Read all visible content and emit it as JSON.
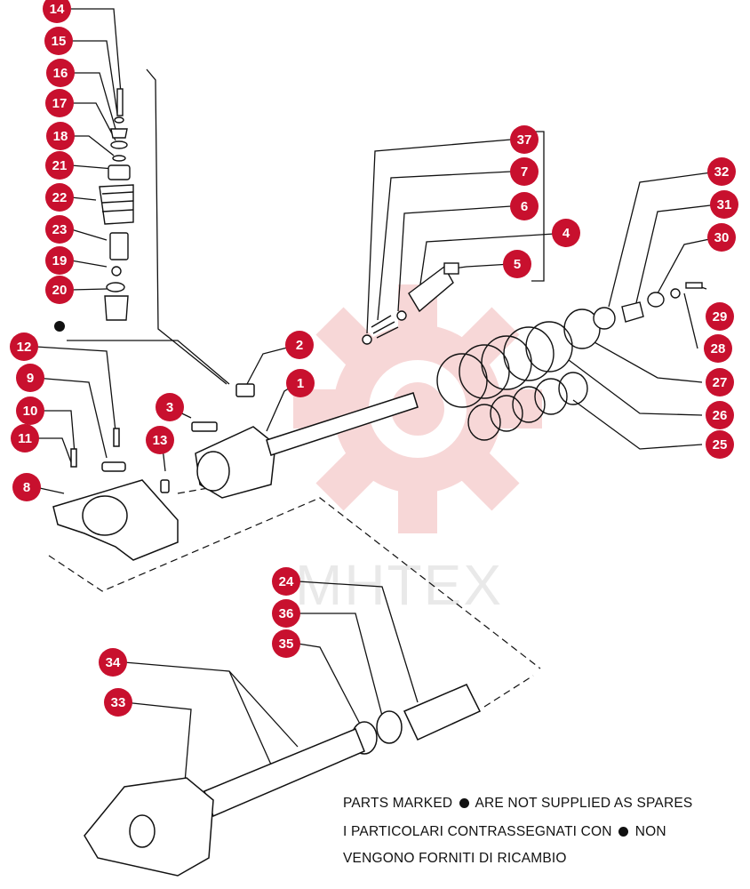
{
  "colors": {
    "callout": "#c8102e",
    "callout_text": "#ffffff",
    "line": "#111111",
    "watermark": "#f2b8b8"
  },
  "watermark": {
    "text": "MHTEX"
  },
  "callouts": [
    {
      "label": "14"
    },
    {
      "label": "15"
    },
    {
      "label": "16"
    },
    {
      "label": "17"
    },
    {
      "label": "18"
    },
    {
      "label": "21"
    },
    {
      "label": "22"
    },
    {
      "label": "23"
    },
    {
      "label": "19"
    },
    {
      "label": "20"
    },
    {
      "label": "12"
    },
    {
      "label": "9"
    },
    {
      "label": "10"
    },
    {
      "label": "11"
    },
    {
      "label": "8"
    },
    {
      "label": "2"
    },
    {
      "label": "1"
    },
    {
      "label": "3"
    },
    {
      "label": "13"
    },
    {
      "label": "37"
    },
    {
      "label": "7"
    },
    {
      "label": "6"
    },
    {
      "label": "4"
    },
    {
      "label": "5"
    },
    {
      "label": "32"
    },
    {
      "label": "31"
    },
    {
      "label": "30"
    },
    {
      "label": "29"
    },
    {
      "label": "28"
    },
    {
      "label": "27"
    },
    {
      "label": "26"
    },
    {
      "label": "25"
    },
    {
      "label": "24"
    },
    {
      "label": "36"
    },
    {
      "label": "35"
    },
    {
      "label": "34"
    },
    {
      "label": "33"
    }
  ],
  "notes": {
    "line1_a": "PARTS MARKED",
    "line1_b": "ARE NOT SUPPLIED AS SPARES",
    "line2_a": "I   PARTICOLARI   CONTRASSEGNATI   CON",
    "line2_b": "NON",
    "line3": "VENGONO FORNITI DI RICAMBIO"
  }
}
